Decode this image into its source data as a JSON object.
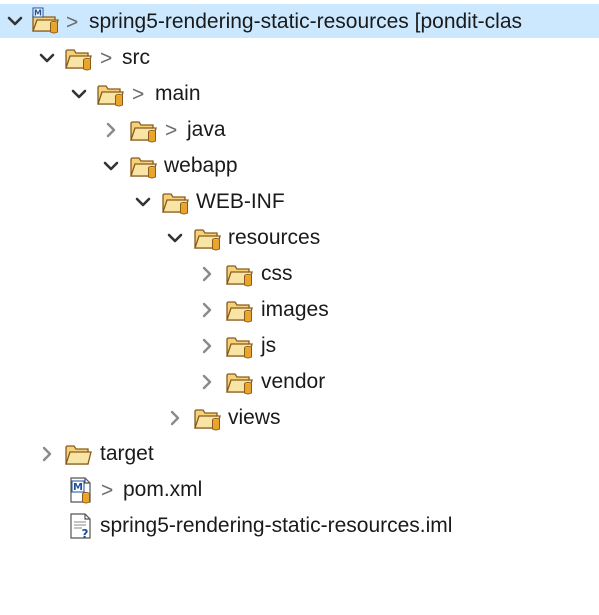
{
  "tree": {
    "dirty_marker": ">",
    "items": [
      {
        "label": "spring5-rendering-static-resources [pondit-clas",
        "icon": "maven-project-icon",
        "state": "expanded",
        "dirty": true
      },
      {
        "label": "src",
        "icon": "folder-icon",
        "state": "expanded",
        "dirty": true
      },
      {
        "label": "main",
        "icon": "folder-icon",
        "state": "expanded",
        "dirty": true
      },
      {
        "label": "java",
        "icon": "folder-icon",
        "state": "collapsed",
        "dirty": true
      },
      {
        "label": "webapp",
        "icon": "folder-icon",
        "state": "expanded",
        "dirty": false
      },
      {
        "label": "WEB-INF",
        "icon": "folder-icon",
        "state": "expanded",
        "dirty": false
      },
      {
        "label": "resources",
        "icon": "folder-icon",
        "state": "expanded",
        "dirty": false
      },
      {
        "label": "css",
        "icon": "folder-icon",
        "state": "collapsed",
        "dirty": false
      },
      {
        "label": "images",
        "icon": "folder-icon",
        "state": "collapsed",
        "dirty": false
      },
      {
        "label": "js",
        "icon": "folder-icon",
        "state": "collapsed",
        "dirty": false
      },
      {
        "label": "vendor",
        "icon": "folder-icon",
        "state": "collapsed",
        "dirty": false
      },
      {
        "label": "views",
        "icon": "folder-icon",
        "state": "collapsed",
        "dirty": false
      },
      {
        "label": "target",
        "icon": "plain-folder-icon",
        "state": "collapsed",
        "dirty": false
      },
      {
        "label": "pom.xml",
        "icon": "maven-pom-file-icon",
        "state": "leaf",
        "dirty": true
      },
      {
        "label": "spring5-rendering-static-resources.iml",
        "icon": "unknown-file-icon",
        "state": "leaf",
        "dirty": false
      }
    ]
  },
  "colors": {
    "selection": "#cce8ff",
    "folder_fill": "#f3d27a",
    "folder_stroke": "#8a5a1c",
    "repo_cylinder": "#e8a52a",
    "text": "#1a1a1a",
    "dirty_marker": "#6b6b6b"
  }
}
